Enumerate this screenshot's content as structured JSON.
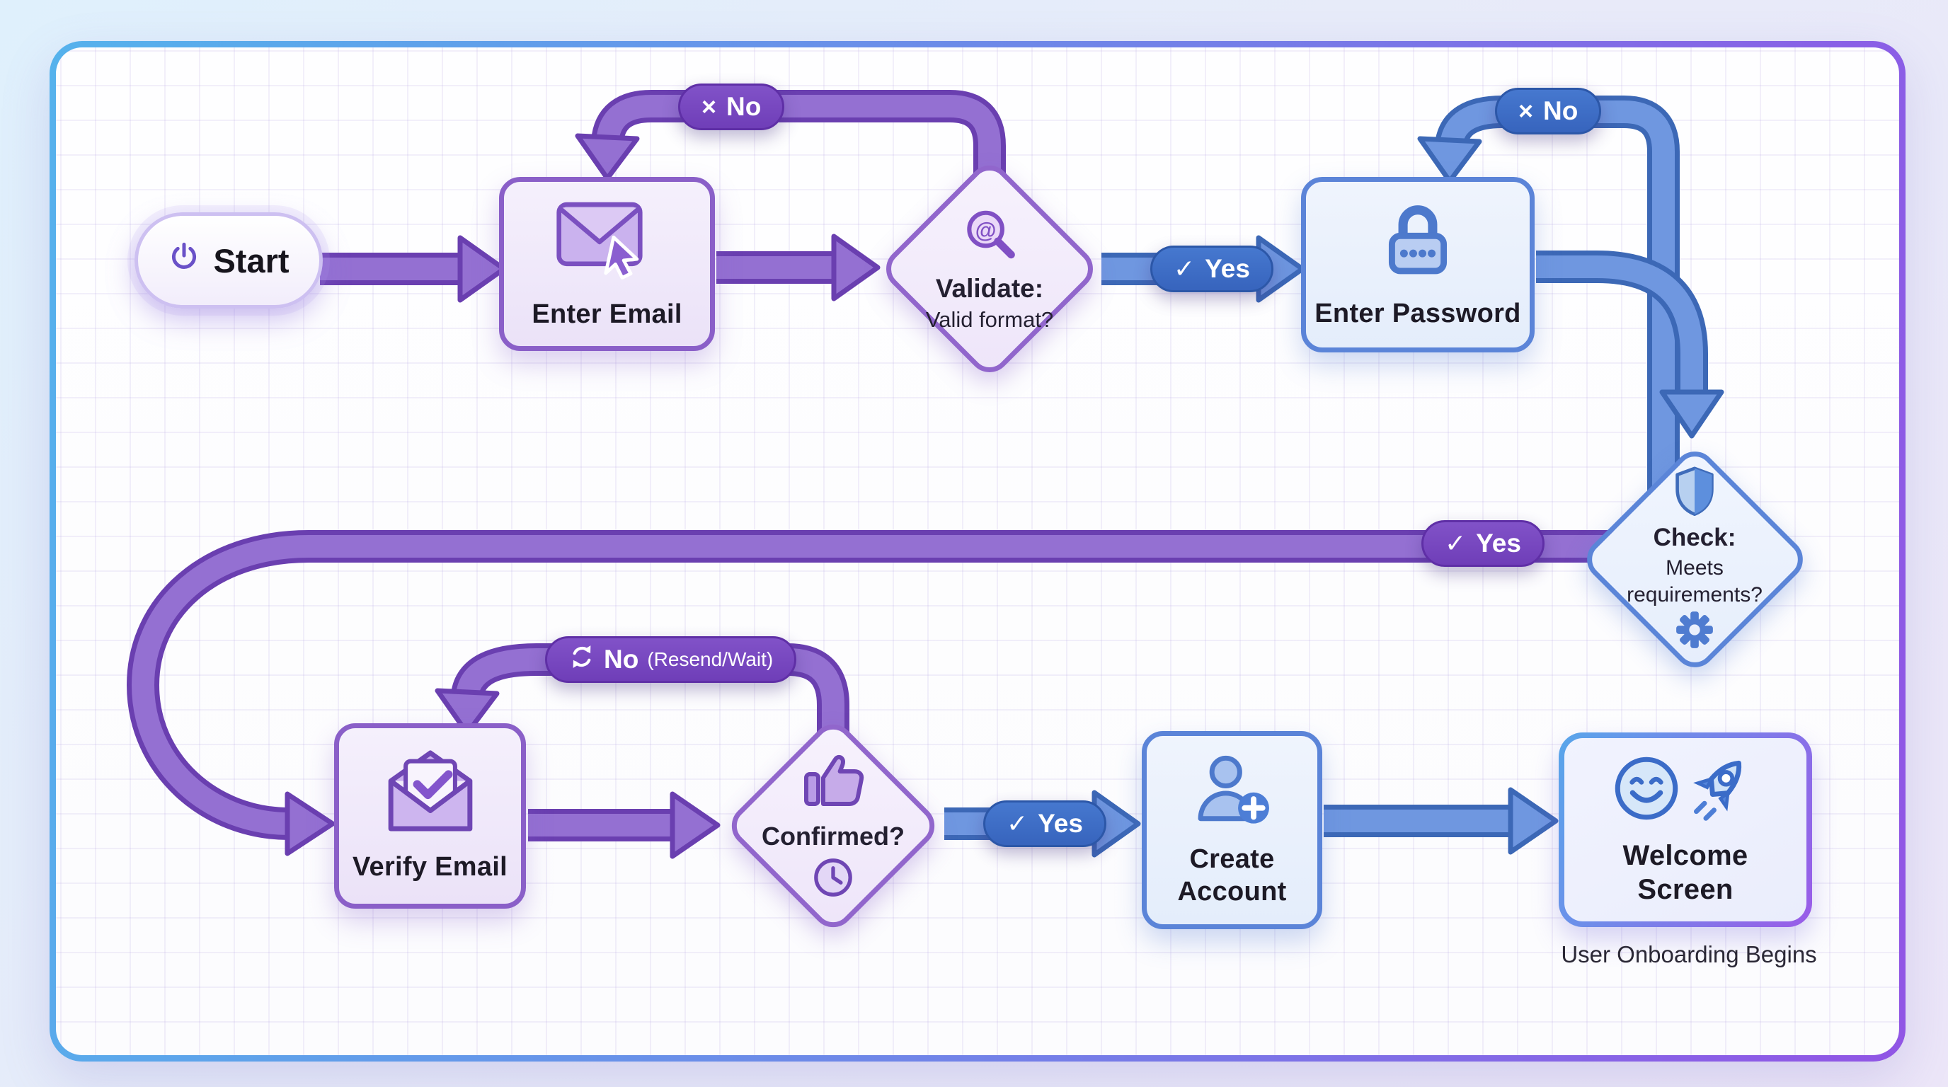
{
  "caption": "User Onboarding Begins",
  "colors": {
    "purple_accent": "#7746c1",
    "blue_accent": "#3d6fc7",
    "purple_node_border": "#8a5fc8",
    "blue_node_border": "#5b84d8",
    "canvas_border_left": "#55b2ec",
    "canvas_border_right": "#9155e5"
  },
  "nodes": {
    "start": {
      "label": "Start",
      "icon": "power-icon"
    },
    "enter_email": {
      "label": "Enter Email",
      "icon": "envelope-cursor-icon"
    },
    "validate": {
      "title": "Validate:",
      "question": "Valid format?",
      "icon": "at-magnifier-icon"
    },
    "enter_password": {
      "label": "Enter Password",
      "icon": "lock-icon"
    },
    "check": {
      "title": "Check:",
      "question_line1": "Meets",
      "question_line2": "requirements?",
      "icon_top": "shield-icon",
      "icon_bottom": "gear-icon"
    },
    "verify_email": {
      "label": "Verify Email",
      "icon": "envelope-check-icon"
    },
    "confirmed": {
      "question": "Confirmed?",
      "icon_top": "thumbs-up-icon",
      "icon_bottom": "clock-icon"
    },
    "create_account": {
      "label_line1": "Create",
      "label_line2": "Account",
      "icon": "user-plus-icon"
    },
    "welcome": {
      "label_line1": "Welcome",
      "label_line2": "Screen",
      "icon_left": "smiley-icon",
      "icon_right": "rocket-icon"
    }
  },
  "badges": {
    "validate_yes": {
      "glyph": "✓",
      "label": "Yes"
    },
    "validate_no": {
      "glyph": "×",
      "label": "No"
    },
    "password_no": {
      "glyph": "×",
      "label": "No"
    },
    "check_yes": {
      "glyph": "✓",
      "label": "Yes"
    },
    "confirm_no": {
      "label": "No",
      "suffix": "(Resend/Wait)",
      "icon": "refresh-icon"
    },
    "confirm_yes": {
      "glyph": "✓",
      "label": "Yes"
    }
  }
}
